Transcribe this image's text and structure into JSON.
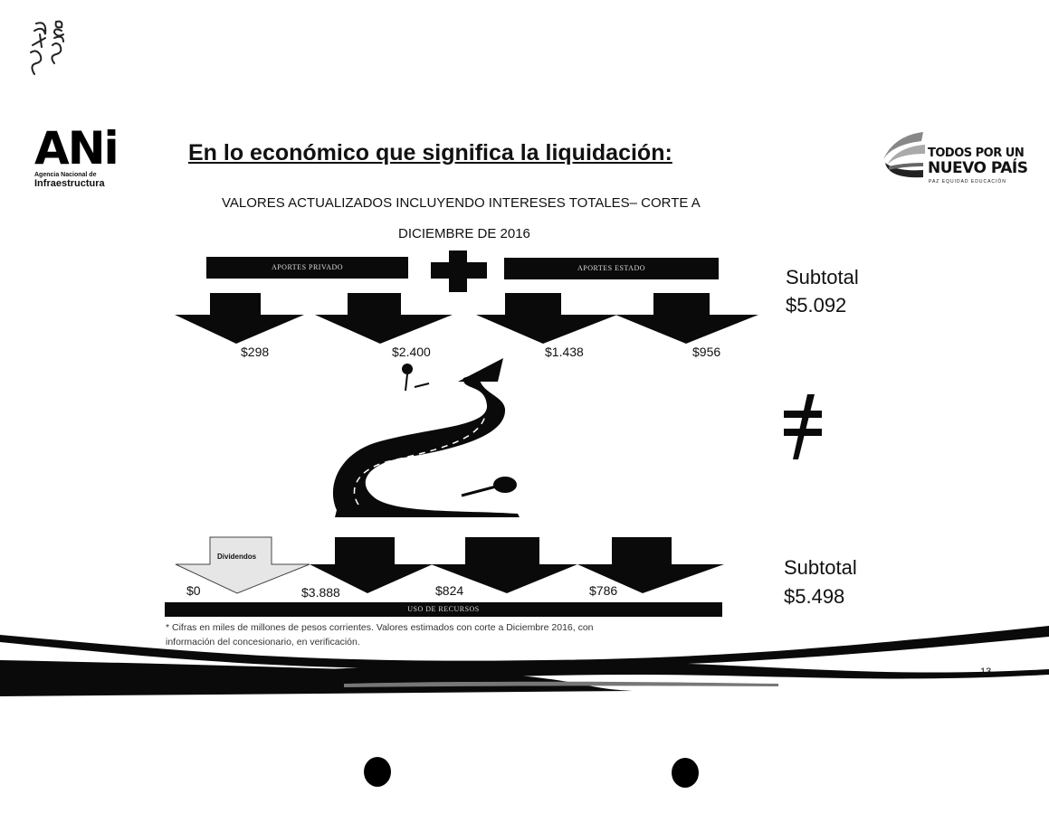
{
  "handwriting": "525 528",
  "ani_logo": {
    "mark": "ANi",
    "line1": "Agencia Nacional de",
    "line2": "Infraestructura"
  },
  "title": "En lo económico que significa la liquidación:",
  "gov_logo": {
    "line1": "TODOS POR UN",
    "line2": "NUEVO PAÍS",
    "line3": "PAZ  EQUIDAD  EDUCACIÓN"
  },
  "subtitle": {
    "line1": "VALORES ACTUALIZADOS INCLUYENDO INTERESES TOTALES– CORTE A",
    "line2": "DICIEMBRE DE 2016"
  },
  "top": {
    "bar_private": "APORTES PRIVADO",
    "bar_state": "APORTES ESTADO",
    "values": [
      "$298",
      "$2.400",
      "$1.438",
      "$956"
    ],
    "subtotal_label": "Subtotal",
    "subtotal_value": "$5.092"
  },
  "not_equal": "≠",
  "bottom": {
    "dividends_label": "Dividendos",
    "values": [
      "$0",
      "$3.888",
      "$824",
      "$786"
    ],
    "bar_uses": "USO DE RECURSOS",
    "subtotal_label": "Subtotal",
    "subtotal_value": "$5.498"
  },
  "footnote": {
    "line1": "* Cifras en miles de millones de pesos corrientes. Valores estimados con corte a Diciembre 2016, con",
    "line2": "información del concesionario, en verificación."
  },
  "page_number": "13",
  "colors": {
    "ink": "#0a0a0a",
    "dividend_fill": "#e6e6e6"
  }
}
